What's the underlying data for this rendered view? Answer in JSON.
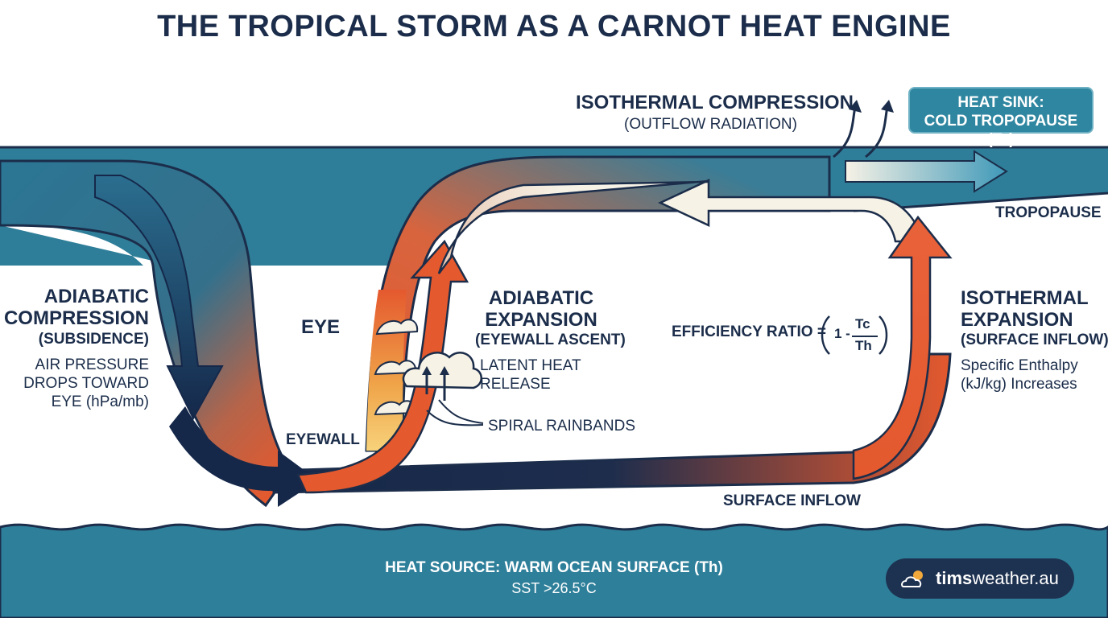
{
  "title": "THE TROPICAL STORM AS A CARNOT HEAT ENGINE",
  "labels": {
    "isothermal_compression": "ISOTHERMAL COMPRESSION",
    "outflow_radiation": "(OUTFLOW RADIATION)",
    "heat_sink_line1": "HEAT SINK:",
    "heat_sink_line2": "COLD TROPOPAUSE (Tc)",
    "tropopause": "TROPOPAUSE",
    "adiabatic_compression_1": "ADIABATIC",
    "adiabatic_compression_2": "COMPRESSION",
    "subsidence": "(SUBSIDENCE)",
    "air_pressure_1": "AIR PRESSURE",
    "air_pressure_2": "DROPS TOWARD",
    "air_pressure_3": "EYE (hPa/mb)",
    "eye": "EYE",
    "eyewall": "EYEWALL",
    "adiabatic_expansion_1": "ADIABATIC",
    "adiabatic_expansion_2": "EXPANSION",
    "eyewall_ascent": "(EYEWALL ASCENT)",
    "latent_heat_1": "LATENT HEAT",
    "latent_heat_2": "RELEASE",
    "spiral_rainbands": "SPIRAL RAINBANDS",
    "efficiency_ratio": "EFFICIENCY RATIO =",
    "eff_one": "1 -",
    "eff_num": "Tc",
    "eff_den": "Th",
    "isothermal_expansion_1": "ISOTHERMAL",
    "isothermal_expansion_2": "EXPANSION",
    "surface_inflow_paren": "(SURFACE INFLOW)",
    "enthalpy_1": "Specific Enthalpy",
    "enthalpy_2": "(kJ/kg) Increases",
    "surface_inflow": "SURFACE INFLOW",
    "heat_source": "HEAT SOURCE: WARM OCEAN SURFACE (Th)",
    "sst": "SST >26.5°C"
  },
  "brand": {
    "bold": "tims",
    "rest": "weather.au"
  },
  "icons": [
    "cloud-icon",
    "sun-cloud-icon",
    "updraft-arrow-icon"
  ],
  "colors": {
    "navy": "#1b2d4a",
    "teal": "#2f7e99",
    "orange": "#e4592e",
    "cream": "#f7f2e6",
    "ocean": "#2e7f9a"
  }
}
